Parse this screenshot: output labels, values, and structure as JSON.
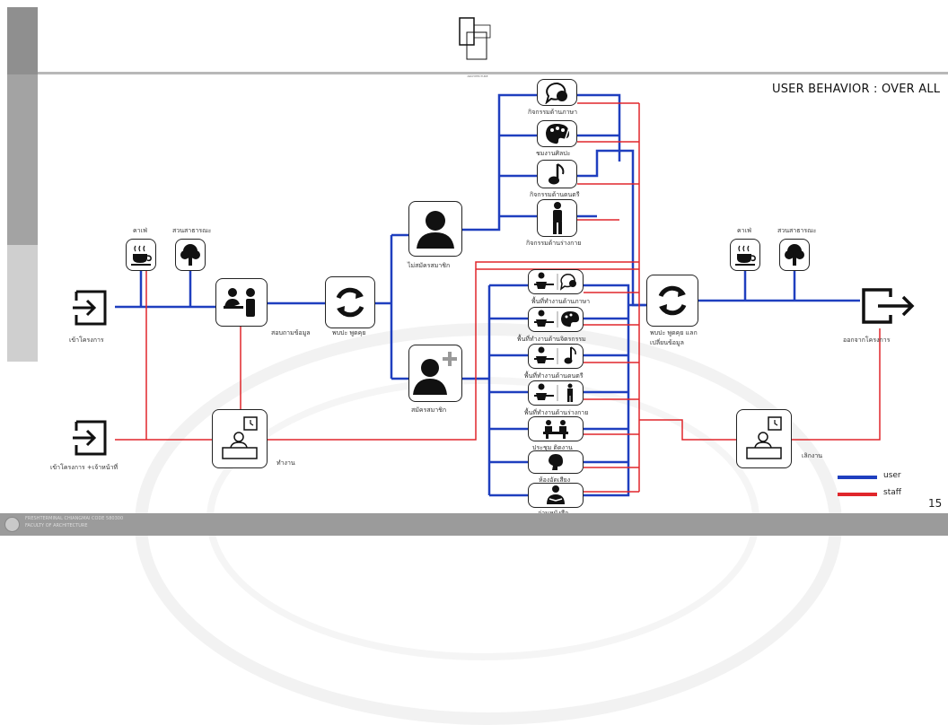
{
  "title": "USER BEHAVIOR : OVER ALL",
  "page_number": "15",
  "legend": {
    "user": "user",
    "staff": "staff",
    "user_color": "#1f3fbf",
    "staff_color": "#e0262b"
  },
  "colors": {
    "user": "#1f3fbf",
    "staff": "#e0262b"
  },
  "footer": {
    "line1": "FRESHTERMINAL CHIANGMAI CODE 580300",
    "line2": "FACULTY OF ARCHITECTURE"
  },
  "logo_label": "ARCHITECTURE",
  "nodes": {
    "enter": {
      "label": "เข้าโครงการ",
      "icon": "enter-icon"
    },
    "enter_staff": {
      "label": "เข้าโครงการ +เจ้าหน้าที่",
      "icon": "enter-icon"
    },
    "cafe_left": {
      "label": "คาเฟ่",
      "icon": "coffee-cup-icon"
    },
    "park_left": {
      "label": "สวนสาธารณะ",
      "icon": "tree-icon"
    },
    "info": {
      "label": "สอบถามข้อมูล",
      "icon": "info-desk-icon"
    },
    "meet": {
      "label": "พบปะ พูดคุย",
      "icon": "refresh-cycle-icon"
    },
    "nonmember": {
      "label": "ไม่สมัครสมาชิก",
      "icon": "user-icon"
    },
    "member": {
      "label": "สมัครสมาชิก",
      "icon": "add-user-icon"
    },
    "work_left": {
      "label": "ทำงาน",
      "icon": "desk-clock-icon"
    },
    "act_language": {
      "label": "กิจกรรมด้านภาษา",
      "icon": "speech-bubble-icon"
    },
    "act_art": {
      "label": "ชมงานศิลปะ",
      "icon": "palette-icon"
    },
    "act_music": {
      "label": "กิจกรรมด้านดนตรี",
      "icon": "music-note-icon"
    },
    "act_body": {
      "label": "กิจกรรมด้านร่างกาย",
      "icon": "person-icon"
    },
    "ws_language": {
      "label": "พื้นที่ทำงานด้านภาษา",
      "icon": "desk-speech-icon"
    },
    "ws_art": {
      "label": "พื้นที่ทำงานด้านจิตรกรรม",
      "icon": "desk-palette-icon"
    },
    "ws_music": {
      "label": "พื้นที่ทำงานด้านดนตรี",
      "icon": "desk-music-icon"
    },
    "ws_body": {
      "label": "พื้นที่ทำงานด้านร่างกาย",
      "icon": "desk-person-icon"
    },
    "meeting": {
      "label": "ประชุม ติดงาน",
      "icon": "meeting-icon"
    },
    "record": {
      "label": "ห้องอัดเสียง",
      "icon": "microphone-icon"
    },
    "reading": {
      "label": "อ่านหนังสือ",
      "icon": "reading-icon"
    },
    "meet_exchange": {
      "label": "พบปะ พูดคุย แลกเปลี่ยนข้อมูล",
      "icon": "refresh-cycle-icon"
    },
    "cafe_right": {
      "label": "คาเฟ่",
      "icon": "coffee-cup-icon"
    },
    "park_right": {
      "label": "สวนสาธารณะ",
      "icon": "tree-icon"
    },
    "exit": {
      "label": "ออกจากโครงการ",
      "icon": "exit-icon"
    },
    "off_work": {
      "label": "เลิกงาน",
      "icon": "desk-clock-icon"
    }
  }
}
